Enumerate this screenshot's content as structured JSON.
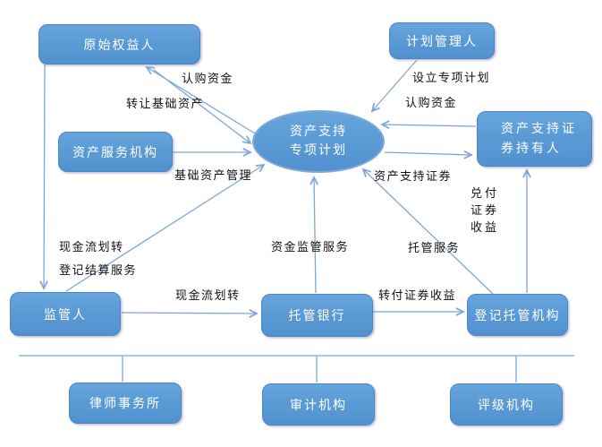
{
  "diagram": {
    "type": "flow-diagram",
    "language": "zh-CN",
    "topic": "资产支持专项计划交易结构"
  },
  "colors": {
    "node_fill": "#5b9bd5",
    "node_border": "#4a86c5",
    "ellipse_border": "#7fa9dc",
    "edge_line": "#7ea6dc",
    "node_text": "#ffffff",
    "label_text": "#111111",
    "background": "#ffffff"
  },
  "nodes": {
    "originator": {
      "label": "原始权益人"
    },
    "plan_manager": {
      "label": "计划管理人"
    },
    "asset_servicer": {
      "label": "资产服务机构"
    },
    "spv": {
      "label": "资产支持专项计划"
    },
    "holders": {
      "label": "资产支持证券持有人"
    },
    "supervisor": {
      "label": "监管人"
    },
    "custodian_bank": {
      "label": "托管银行"
    },
    "registrar": {
      "label": "登记托管机构"
    },
    "law_firm": {
      "label": "律师事务所"
    },
    "auditor": {
      "label": "审计机构"
    },
    "rating_agency": {
      "label": "评级机构"
    }
  },
  "edge_labels": {
    "subscribe_funds_left": "认购资金",
    "transfer_assets": "转让基础资产",
    "asset_management": "基础资产管理",
    "setup_plan": "设立专项计划",
    "subscribe_funds_right": "认购资金",
    "abs_securities": "资产支持证券",
    "redeem_income": "兑付证券收益",
    "cash_transfer_left": "现金流划转",
    "registration_settlement": "登记结算服务",
    "fund_supervision": "资金监管服务",
    "custody_service": "托管服务",
    "cash_transfer_bottom": "现金流划转",
    "forward_income": "转付证券收益"
  }
}
